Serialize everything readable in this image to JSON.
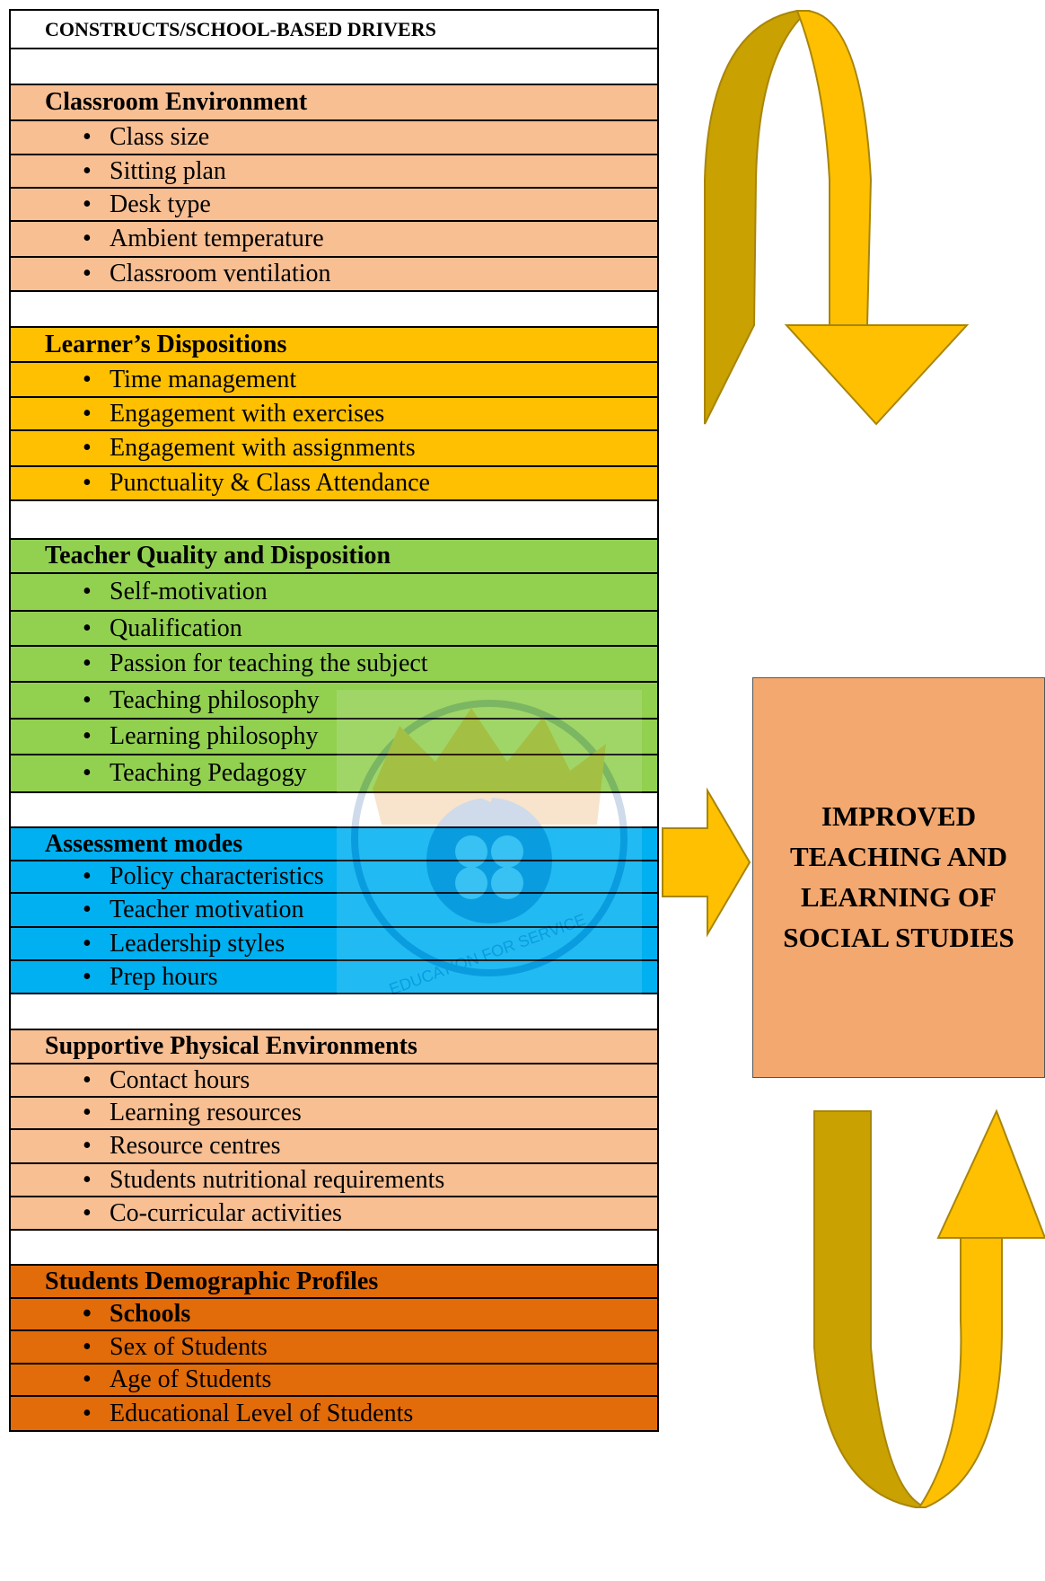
{
  "header": "CONSTRUCTS/SCHOOL-BASED DRIVERS",
  "colors": {
    "peach": "#f8bf93",
    "amber": "#fec000",
    "green": "#92d050",
    "blue": "#00b0f0",
    "orange": "#e26b0a",
    "outcome": "#f3a86f",
    "arrow_light": "#fec000",
    "arrow_dark": "#c9a100"
  },
  "sections": [
    {
      "heading": "Classroom Environment",
      "color": "peach",
      "items": [
        {
          "text": "Class size"
        },
        {
          "text": "Sitting plan"
        },
        {
          "text": "Desk type"
        },
        {
          "text": "Ambient temperature"
        },
        {
          "text": "Classroom ventilation"
        }
      ]
    },
    {
      "heading": "Learner’s Dispositions",
      "color": "amber",
      "items": [
        {
          "text": "Time management"
        },
        {
          "text": "Engagement with exercises"
        },
        {
          "text": "Engagement with assignments"
        },
        {
          "text": "Punctuality & Class Attendance"
        }
      ]
    },
    {
      "heading": "Teacher Quality and Disposition",
      "color": "green",
      "items": [
        {
          "text": "Self-motivation"
        },
        {
          "text": "Qualification"
        },
        {
          "text": "Passion for teaching the subject"
        },
        {
          "text": "Teaching philosophy"
        },
        {
          "text": "Learning philosophy"
        },
        {
          "text": "Teaching Pedagogy"
        }
      ]
    },
    {
      "heading": "Assessment modes",
      "color": "blue",
      "items": [
        {
          "text": "Policy characteristics"
        },
        {
          "text": "Teacher motivation"
        },
        {
          "text": "Leadership styles"
        },
        {
          "text": "Prep hours"
        }
      ]
    },
    {
      "heading": "Supportive Physical Environments",
      "color": "peach",
      "items": [
        {
          "text": "Contact hours"
        },
        {
          "text": "Learning resources"
        },
        {
          "text": "Resource centres"
        },
        {
          "text": "Students nutritional requirements"
        },
        {
          "text": "Co-curricular activities"
        }
      ]
    },
    {
      "heading": "Students Demographic Profiles",
      "color": "orange",
      "items": [
        {
          "text": "Schools",
          "bold": true
        },
        {
          "text": "Sex of Students"
        },
        {
          "text": "Age of Students"
        },
        {
          "text": "Educational Level of Students"
        }
      ]
    }
  ],
  "outcome": {
    "text": "IMPROVED\nTEACHING AND\nLEARNING OF\nSOCIAL STUDIES"
  },
  "watermark": {
    "text": "EDUCATION FOR SERVICE"
  }
}
